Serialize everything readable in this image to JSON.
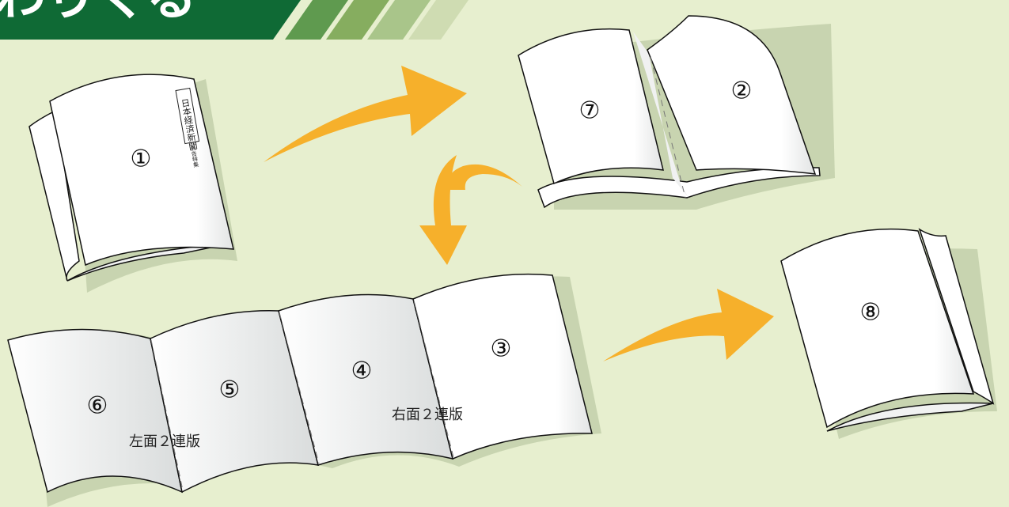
{
  "header": {
    "title_fragment": "わりくる",
    "stripe_colors": [
      "#5f9a4f",
      "#86ad5f",
      "#a9c58a",
      "#cfdcb2"
    ]
  },
  "colors": {
    "background": "#e7efcf",
    "header_band": "#0f6a35",
    "arrow": "#f6b02b",
    "shadow": "#c8d4b0",
    "paper": "#ffffff",
    "outline": "#111111"
  },
  "masthead": {
    "vertical_text": "日本経済新聞",
    "small_label": "広告特集"
  },
  "pages": {
    "p1": "①",
    "p2": "②",
    "p3": "③",
    "p4": "④",
    "p5": "⑤",
    "p6": "⑥",
    "p7": "⑦",
    "p8": "⑧"
  },
  "labels": {
    "left_spread": "左面２連版",
    "right_spread": "右面２連版"
  }
}
